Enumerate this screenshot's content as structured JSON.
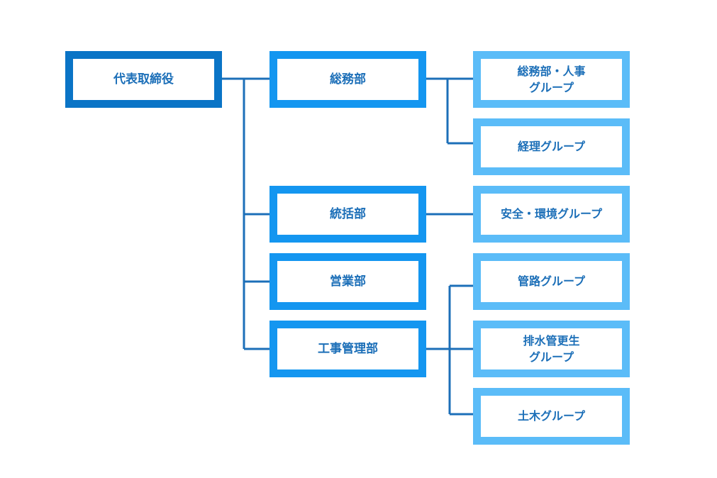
{
  "colors": {
    "level0_border": "#0a74c6",
    "level1_border": "#1496f0",
    "level2_border": "#5bbcf8",
    "connector": "#1c6fb8",
    "text": "#1c6fb8",
    "background": "#ffffff"
  },
  "org": {
    "root": {
      "label": "代表取締役"
    },
    "departments": [
      {
        "label": "総務部"
      },
      {
        "label": "統括部"
      },
      {
        "label": "営業部"
      },
      {
        "label": "工事管理部"
      }
    ],
    "groups": [
      {
        "label": "総務部・人事\nグループ"
      },
      {
        "label": "経理グループ"
      },
      {
        "label": "安全・環境グループ"
      },
      {
        "label": "管路グループ"
      },
      {
        "label": "排水管更生\nグループ"
      },
      {
        "label": "土木グループ"
      }
    ]
  }
}
